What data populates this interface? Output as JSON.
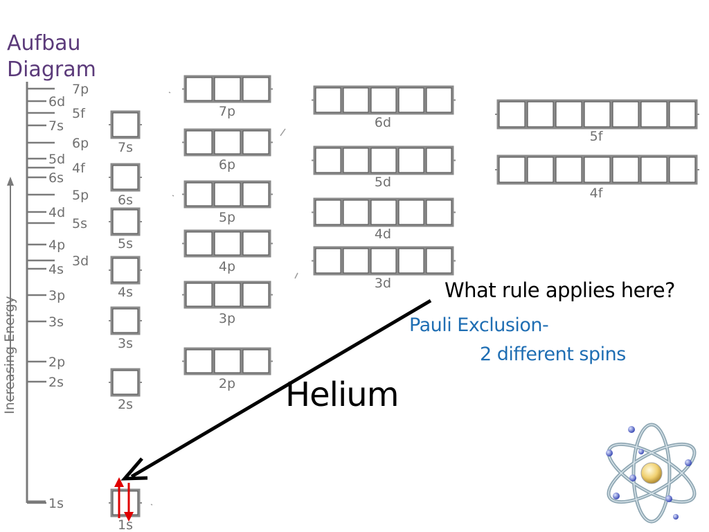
{
  "title": "Aufbau\nDiagram",
  "energy_axis_label": "Increasing Energy",
  "energy_levels": [
    "7p",
    "6d",
    "5f",
    "7s",
    "6p",
    "5d",
    "4f",
    "6s",
    "5p",
    "4d",
    "5s",
    "4p",
    "3d",
    "4s",
    "3p",
    "3s",
    "2p",
    "2s",
    "1s"
  ],
  "orbital_labels": {
    "s": [
      "7s",
      "6s",
      "5s",
      "4s",
      "3s",
      "2s",
      "1s"
    ],
    "p": [
      "7p",
      "6p",
      "5p",
      "4p",
      "3p",
      "2p"
    ],
    "d": [
      "6d",
      "5d",
      "4d",
      "3d"
    ],
    "f": [
      "5f",
      "4f"
    ]
  },
  "question": "What rule applies here?",
  "answer_line1": "Pauli Exclusion-",
  "answer_line2": "2 different spins",
  "element": "Helium",
  "colors": {
    "title": "#5b3a7a",
    "answer": "#1f6eb3",
    "electron_arrows": "#e00000",
    "pointer_arrow": "#000000"
  },
  "icons": {
    "atom": "atom-icon",
    "pointer": "arrow-pointer-icon",
    "electron_spin_up": "arrow-up-icon",
    "electron_spin_down": "arrow-down-icon"
  }
}
